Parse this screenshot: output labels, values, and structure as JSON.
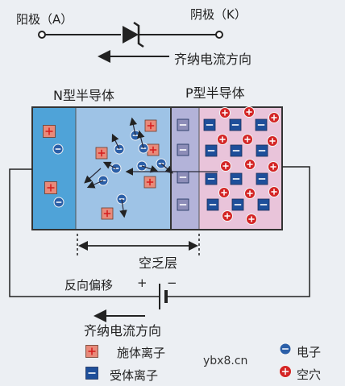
{
  "top_diode": {
    "anode_label": "阳极（A）",
    "cathode_label": "阴极（K）",
    "current_direction": "齐纳电流方向"
  },
  "regions": {
    "n_label": "N型半导体",
    "p_label": "P型半导体",
    "depletion_label": "空乏层"
  },
  "circuit": {
    "bias_label": "反向偏移",
    "plus": "+",
    "minus": "−",
    "current_direction": "齐纳电流方向"
  },
  "legend": {
    "donor_ion": "施体离子",
    "acceptor_ion": "受体离子",
    "electron": "电子",
    "hole": "空穴"
  },
  "watermark": "ybx8.cn",
  "colors": {
    "n_region": "#4fa3d8",
    "depletion_n": "#9ec3e6",
    "depletion_p": "#b3b3d9",
    "p_region": "#e9c4da",
    "donor_fill": "#e88a7a",
    "donor_mark": "#d62020",
    "acceptor_fill": "#1e4f9a",
    "electron_fill": "#2b5fa8",
    "hole_fill": "#d42424",
    "line": "#222222"
  }
}
